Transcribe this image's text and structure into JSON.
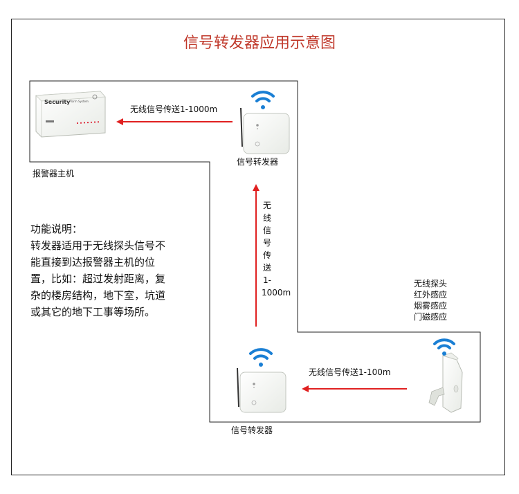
{
  "title": "信号转发器应用示意图",
  "alarm_host": {
    "label": "报警器主机",
    "brand": "Security",
    "brand_sub": "Alarm System"
  },
  "repeater_top": {
    "label": "信号转发器"
  },
  "repeater_bottom": {
    "label": "信号转发器"
  },
  "link_host": {
    "label": "无线信号传送1-1000m"
  },
  "link_vertical": {
    "lines": [
      "无",
      "线",
      "信",
      "号",
      "传",
      "送",
      "1-",
      "1000m"
    ]
  },
  "link_sensor": {
    "label": "无线信号传送1-100m"
  },
  "sensors": {
    "lines": [
      "无线探头",
      "红外感应",
      "烟雾感应",
      "门磁感应"
    ]
  },
  "description": {
    "lines": [
      "功能说明：",
      "转发器适用于无线探头信号不",
      "能直接到达报警器主机的位",
      "置，比如：超过发射距离，复",
      "杂的楼房结构，地下室，坑道",
      "或其它的地下工事等场所。"
    ]
  },
  "colors": {
    "arrow": "#e02020",
    "wifi": "#1a7fd4",
    "title": "#c0392b"
  }
}
